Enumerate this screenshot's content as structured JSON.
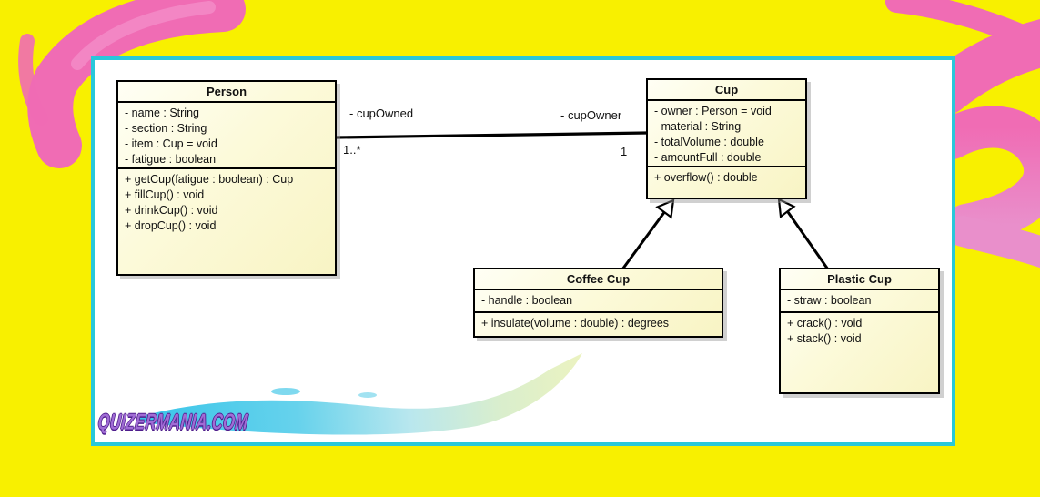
{
  "watermark": "QUIZERMANIA.COM",
  "diagram": {
    "classes": [
      {
        "name": "Person",
        "attributes": [
          "- name : String",
          "- section : String",
          "- item : Cup = void",
          "- fatigue : boolean"
        ],
        "methods": [
          "+ getCup(fatigue : boolean) : Cup",
          "+ fillCup() : void",
          "+ drinkCup() : void",
          "+ dropCup() : void"
        ]
      },
      {
        "name": "Cup",
        "attributes": [
          "- owner : Person = void",
          "- material : String",
          "- totalVolume : double",
          "- amountFull : double"
        ],
        "methods": [
          "+ overflow() : double"
        ]
      },
      {
        "name": "Coffee Cup",
        "attributes": [
          "- handle : boolean"
        ],
        "methods": [
          "+ insulate(volume : double) : degrees"
        ]
      },
      {
        "name": "Plastic Cup",
        "attributes": [
          "- straw : boolean"
        ],
        "methods": [
          "+ crack() : void",
          "+ stack() : void"
        ]
      }
    ],
    "association": {
      "from": "Person",
      "to": "Cup",
      "from_role": "- cupOwned",
      "from_multiplicity": "1..*",
      "to_role": "- cupOwner",
      "to_multiplicity": "1"
    },
    "generalizations": [
      {
        "from": "Coffee Cup",
        "to": "Cup"
      },
      {
        "from": "Plastic Cup",
        "to": "Cup"
      }
    ]
  },
  "colors": {
    "background_yellow": "#F8F000",
    "brush_pink": "#F06CB4",
    "brush_pink_light": "#F392CA",
    "panel_border_cyan": "#29C8DA",
    "panel_background": "#FFFFFF",
    "class_box_fill": "#FBF9D8",
    "class_box_border": "#000000",
    "swoosh_cyan": "#38C5E9",
    "swoosh_pale_green": "#ECF3C0",
    "watermark_purple": "#A06CD5"
  }
}
